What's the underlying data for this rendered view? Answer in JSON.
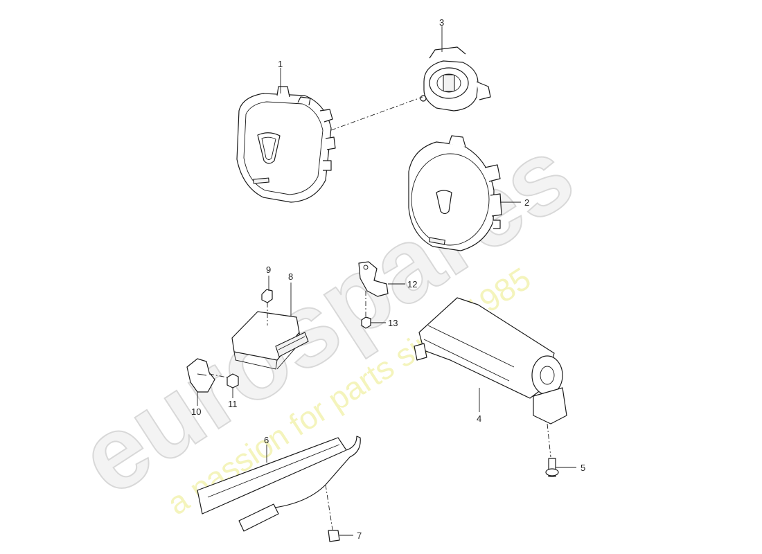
{
  "watermark": {
    "logo": "eurospares",
    "tagline": "a passion for parts since 1985"
  },
  "callouts": {
    "c1": "1",
    "c2": "2",
    "c3": "3",
    "c4": "4",
    "c5": "5",
    "c6": "6",
    "c7": "7",
    "c8": "8",
    "c9": "9",
    "c10": "10",
    "c11": "11",
    "c12": "12",
    "c13": "13"
  }
}
